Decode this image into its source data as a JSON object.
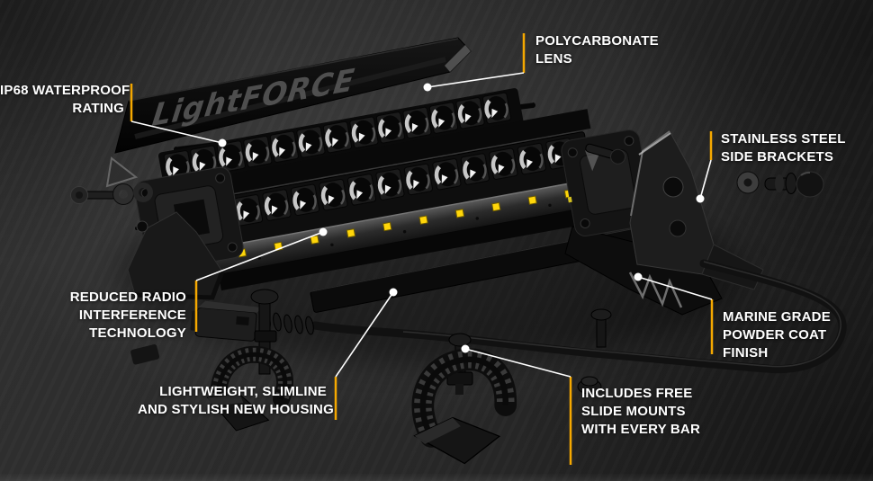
{
  "scene": {
    "description": "Exploded view diagram of a Lightforce LED light bar with feature callouts",
    "accent_color": "#F5A800",
    "connector_color": "#FFFFFF",
    "label_color": "#FFFFFF"
  },
  "brand": {
    "logo_text": "LightFORCE"
  },
  "callouts": {
    "waterproof": {
      "line1": "IP68 WATERPROOF",
      "line2": "RATING"
    },
    "lens": {
      "line1": "POLYCARBONATE",
      "line2": "LENS"
    },
    "brackets": {
      "line1": "STAINLESS STEEL",
      "line2": "SIDE BRACKETS"
    },
    "radio": {
      "line1": "REDUCED RADIO",
      "line2": "INTERFERENCE",
      "line3": "TECHNOLOGY"
    },
    "powder": {
      "line1": "MARINE GRADE",
      "line2": "POWDER COAT",
      "line3": "FINISH"
    },
    "housing": {
      "line1": "LIGHTWEIGHT, SLIMLINE",
      "line2": "AND STYLISH NEW HOUSING"
    },
    "mounts": {
      "line1": "INCLUDES FREE",
      "line2": "SLIDE MOUNTS",
      "line3": "WITH EVERY BAR"
    }
  }
}
